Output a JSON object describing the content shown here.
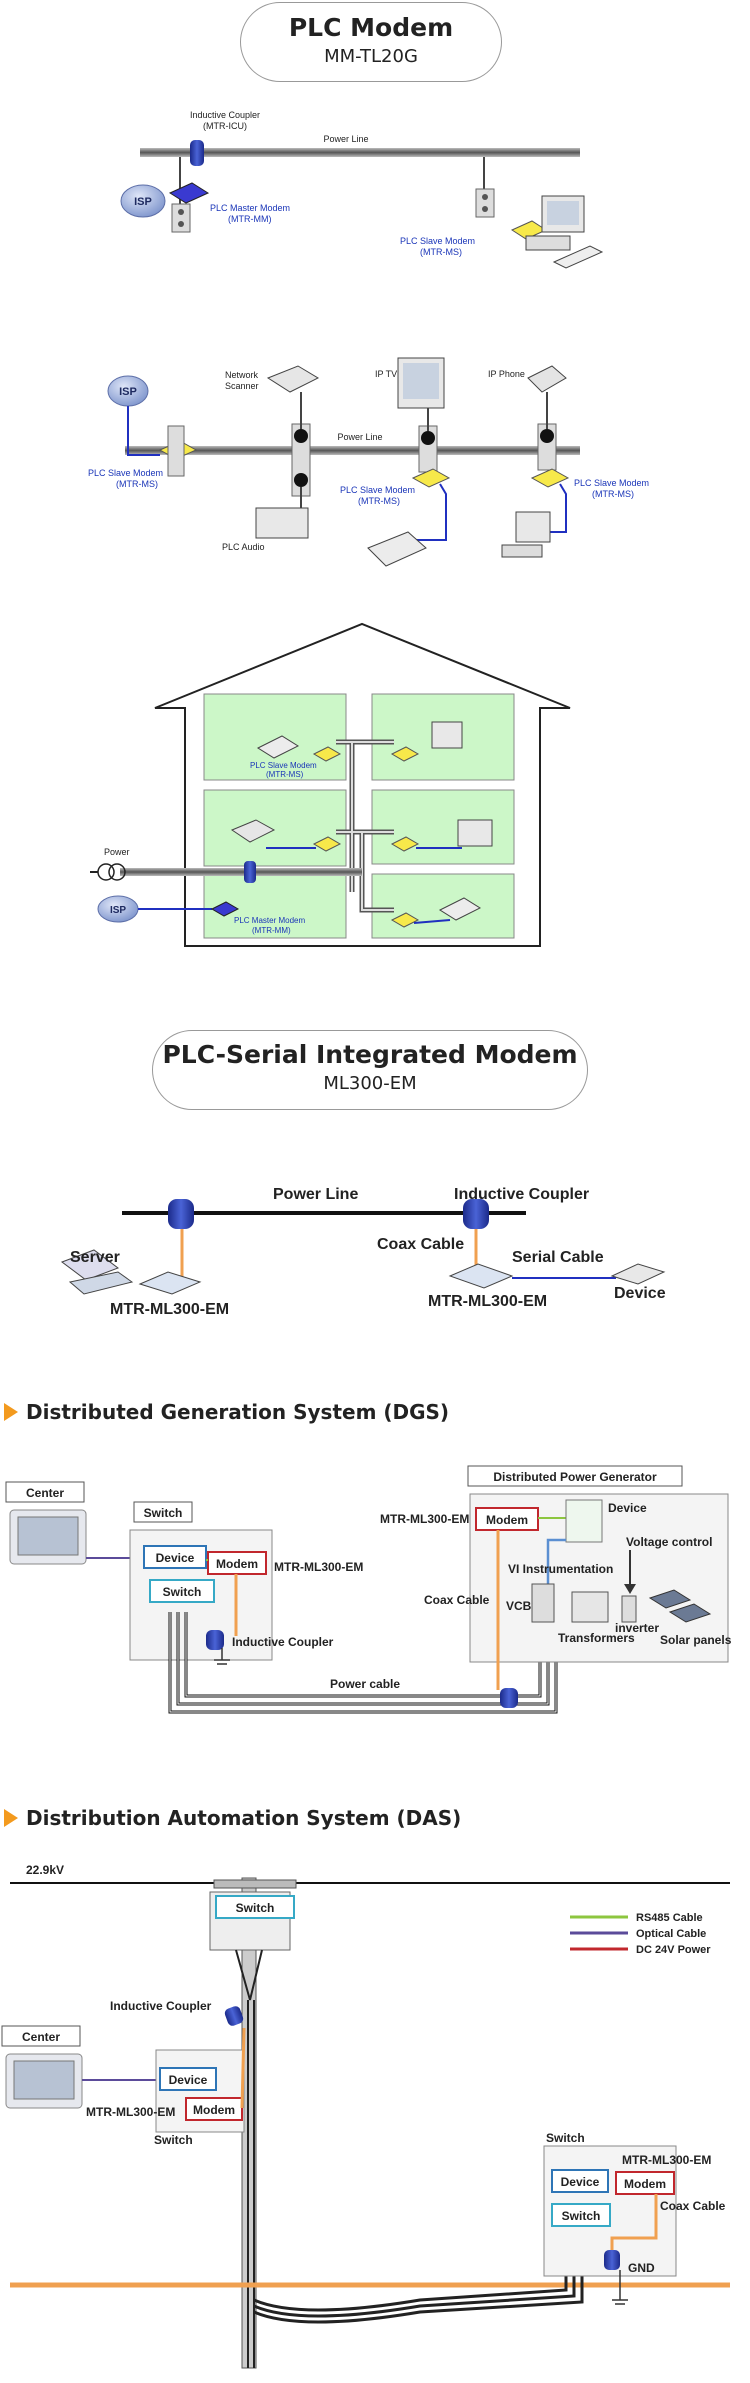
{
  "sec1": {
    "title": "PLC Modem",
    "subtitle": "MM-TL20G"
  },
  "d1": {
    "coupler": "Inductive Coupler",
    "coupler_model": "(MTR-ICU)",
    "power_line": "Power Line",
    "isp": "ISP",
    "master": "PLC Master Modem",
    "master_model": "(MTR-MM)",
    "slave": "PLC Slave Modem",
    "slave_model": "(MTR-MS)"
  },
  "d2": {
    "isp": "ISP",
    "scanner1": "Network",
    "scanner2": "Scanner",
    "iptv": "IP TV",
    "ipphone": "IP Phone",
    "power_line": "Power Line",
    "slave": "PLC Slave Modem",
    "slave_model": "(MTR-MS)",
    "audio": "PLC Audio"
  },
  "d3": {
    "slave": "PLC Slave Modem",
    "slave_model": "(MTR-MS)",
    "power": "Power",
    "isp": "ISP",
    "master": "PLC Master Modem",
    "master_model": "(MTR-MM)"
  },
  "sec2": {
    "title": "PLC-Serial Integrated Modem",
    "subtitle": "ML300-EM"
  },
  "d4": {
    "power_line": "Power Line",
    "coupler": "Inductive Coupler",
    "server": "Server",
    "coax": "Coax Cable",
    "serial": "Serial Cable",
    "modem_left": "MTR-ML300-EM",
    "modem_right": "MTR-ML300-EM",
    "device": "Device"
  },
  "dgs": {
    "heading": "Distributed Generation System (DGS)",
    "center": "Center",
    "switch_label": "Switch",
    "device": "Device",
    "modem": "Modem",
    "switch": "Switch",
    "modem_name": "MTR-ML300-EM",
    "coupler": "Inductive Coupler",
    "power_cable": "Power cable",
    "gen_title": "Distributed Power Generator",
    "modem_name2": "MTR-ML300-EM",
    "modem2": "Modem",
    "device2": "Device",
    "vi": "VI Instrumentation",
    "voltage": "Voltage control",
    "coax": "Coax Cable",
    "vcb": "VCB",
    "inverter": "inverter",
    "transformers": "Transformers",
    "solar": "Solar panels"
  },
  "das": {
    "heading": "Distribution Automation System (DAS)",
    "kv": "22.9kV",
    "switch_top": "Switch",
    "rs485": "RS485 Cable",
    "optical": "Optical Cable",
    "dc24": "DC 24V  Power",
    "center": "Center",
    "coupler": "Inductive Coupler",
    "device": "Device",
    "modem": "Modem",
    "modem_name": "MTR-ML300-EM",
    "switch_label": "Switch",
    "switch2_label": "Switch",
    "modem_name2": "MTR-ML300-EM",
    "device2": "Device",
    "modem2": "Modem",
    "switch2": "Switch",
    "coax": "Coax Cable",
    "gnd": "GND"
  },
  "colors": {
    "accent": "#f39a1e",
    "rs485": "#8dc63f",
    "optical": "#5b4b9a",
    "dc24": "#c1272d",
    "coax": "#f0a050",
    "modem_yellow": "#f7e94a",
    "room_green": "#ccf7c8",
    "device_blue": "#2e75b6",
    "switch_teal": "#36a9c6",
    "label_blue": "#1a35b8"
  }
}
